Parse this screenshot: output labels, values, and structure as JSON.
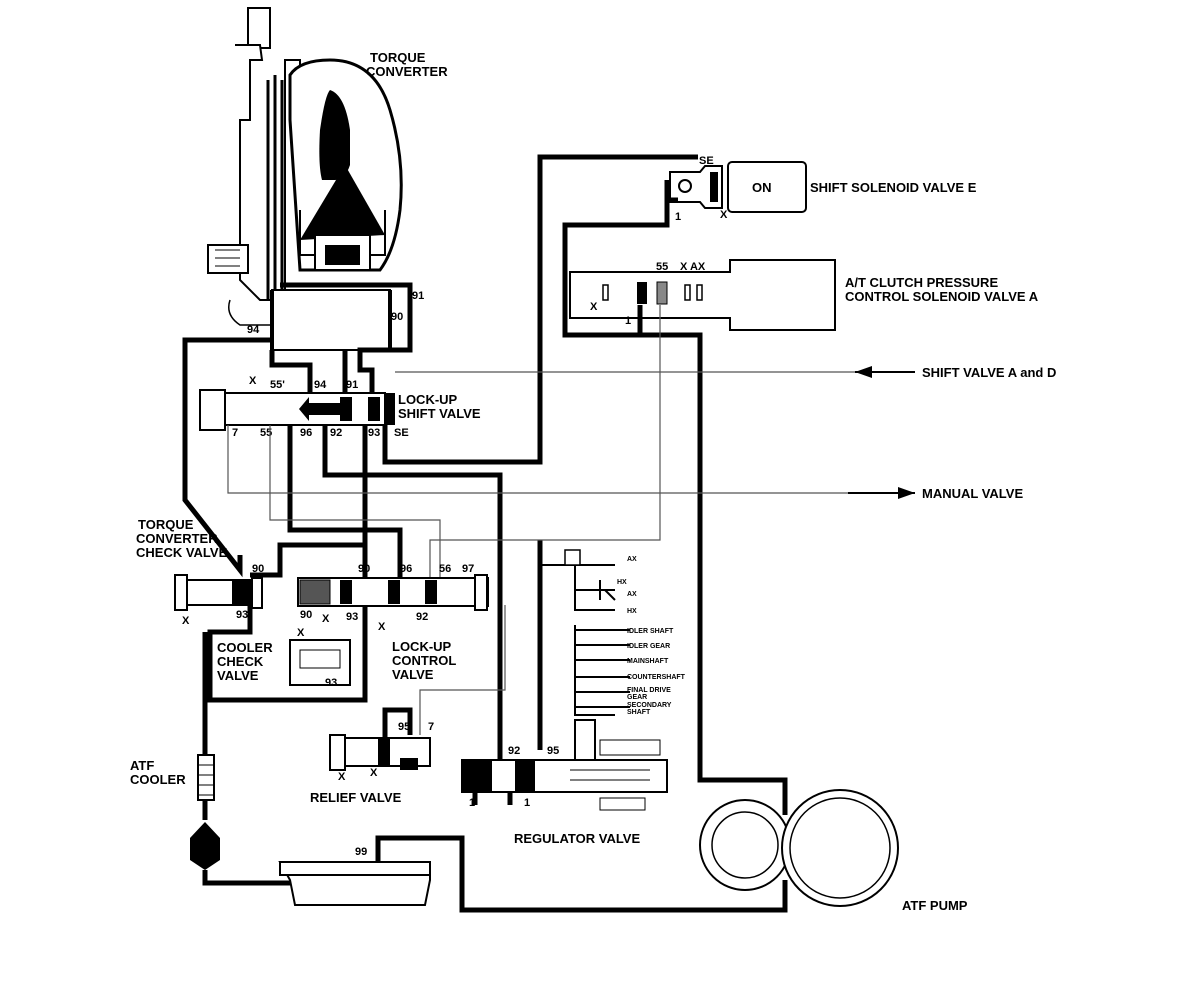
{
  "components": {
    "torque_converter": "TORQUE\nCONVERTER",
    "shift_solenoid_e": "SHIFT SOLENOID VALVE E",
    "shift_solenoid_state": "ON",
    "clutch_pressure_solenoid": "A/T CLUTCH PRESSURE\nCONTROL SOLENOID VALVE A",
    "shift_valve_a_d": "SHIFT VALVE A and D",
    "lockup_shift_valve": "LOCK-UP\nSHIFT VALVE",
    "manual_valve": "MANUAL VALVE",
    "tc_check_valve": "TORQUE\nCONVERTER\nCHECK VALVE",
    "cooler_check_valve": "COOLER\nCHECK\nVALVE",
    "lockup_control_valve": "LOCK-UP\nCONTROL\nVALVE",
    "atf_cooler": "ATF\nCOOLER",
    "relief_valve": "RELIEF VALVE",
    "regulator_valve": "REGULATOR VALVE",
    "atf_pump": "ATF PUMP"
  },
  "lube_points": {
    "idler_shaft": "IDLER SHAFT",
    "idler_gear": "IDLER GEAR",
    "mainshaft": "MAINSHAFT",
    "countershaft": "COUNTERSHAFT",
    "final_drive": "FINAL DRIVE\nGEAR",
    "secondary_shaft": "SECONDARY\nSHAFT"
  },
  "port_labels": {
    "se_top": "SE",
    "one_sol_e": "1",
    "x_sol_e": "X",
    "p55_sol_a": "55",
    "xax_sol_a": "X AX",
    "x_sol_a": "X",
    "one_sol_a": "1",
    "p91_tc": "91",
    "p90_tc": "90",
    "p94_tc": "94",
    "x_ls": "X",
    "p55p_ls": "55'",
    "p94_ls": "94",
    "p91_ls": "91",
    "p7_ls": "7",
    "p55_ls": "55",
    "p96_ls": "96",
    "p92_ls": "92",
    "p93_ls": "93",
    "se_ls": "SE",
    "p90_tcc": "90",
    "p93_tcc": "93",
    "x_tcc": "X",
    "p90_lc": "90",
    "p96_lc": "96",
    "p56_lc": "56",
    "p97_lc": "97",
    "p90b_lc": "90",
    "x_lc": "X",
    "p93_lc": "93",
    "x2_lc": "X",
    "p92_lc": "92",
    "x_ccv": "X",
    "p93_ccv": "93",
    "p95_rv": "95",
    "p7_rv": "7",
    "x1_rv": "X",
    "x2_rv": "X",
    "p92_reg": "92",
    "p95_reg": "95",
    "one_a_reg": "1",
    "one_b_reg": "1",
    "p99_cooler": "99",
    "ax1": "AX",
    "hx": "HX",
    "ax2": "AX",
    "hx2": "HX"
  }
}
